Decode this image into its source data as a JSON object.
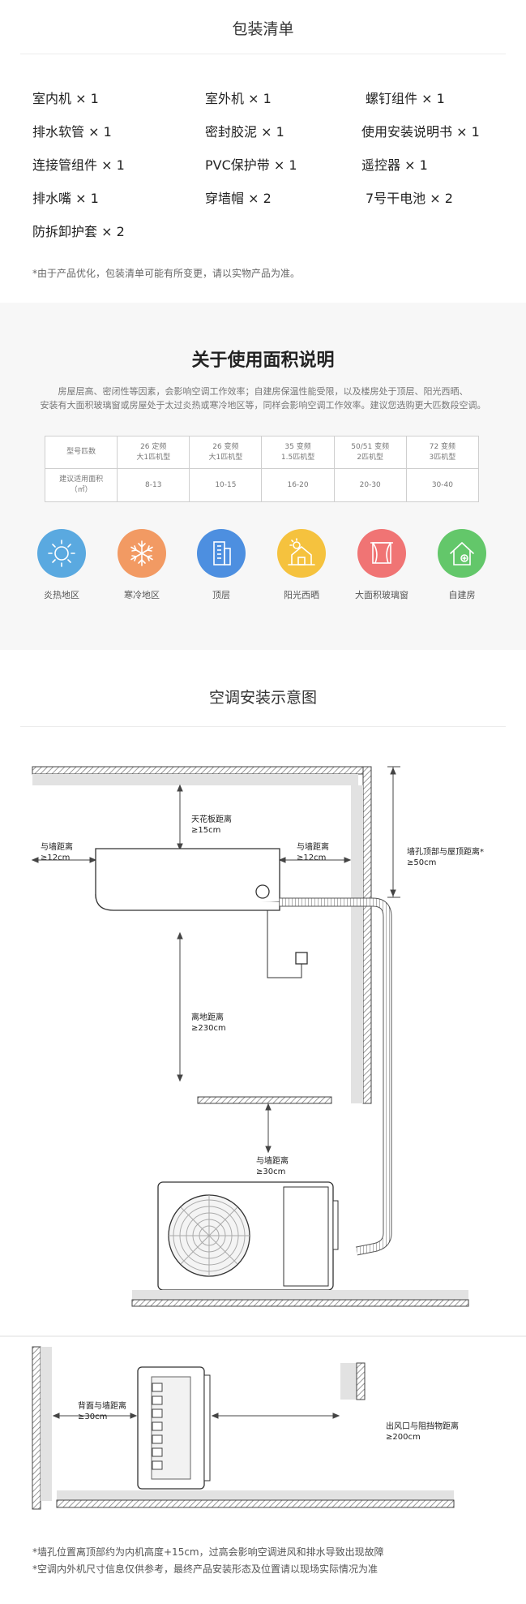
{
  "packing": {
    "title": "包装清单",
    "items": [
      [
        "室内机 × 1",
        "室外机 × 1",
        "螺钉组件 × 1"
      ],
      [
        "排水软管 × 1",
        "密封胶泥 × 1",
        "使用安装说明书 × 1"
      ],
      [
        "连接管组件 × 1",
        "PVC保护带 × 1",
        "遥控器 × 1"
      ],
      [
        "排水嘴 × 1",
        "穿墙帽 × 2",
        "7号干电池 × 2"
      ],
      [
        "防拆卸护套  × 2"
      ]
    ],
    "note": "*由于产品优化，包装清单可能有所变更，请以实物产品为准。"
  },
  "area": {
    "title": "关于使用面积说明",
    "desc": [
      "房屋层高、密闭性等因素，会影响空调工作效率；自建房保温性能受限，以及楼房处于顶层、阳光西晒、",
      "安装有大面积玻璃窗或房屋处于太过炎热或寒冷地区等，同样会影响空调工作效率。建议您选购更大匹数段空调。"
    ],
    "table": {
      "row1_head": "型号匹数",
      "headers": [
        [
          "26 定频",
          "大1匹机型"
        ],
        [
          "26 变频",
          "大1匹机型"
        ],
        [
          "35 变频",
          "1.5匹机型"
        ],
        [
          "50/51 变频",
          "2匹机型"
        ],
        [
          "72 变频",
          "3匹机型"
        ]
      ],
      "row2_head": [
        "建议适用面积",
        "（㎡）"
      ],
      "values": [
        "8-13",
        "10-15",
        "16-20",
        "20-30",
        "30-40"
      ]
    },
    "icons": [
      {
        "label": "炎热地区",
        "icon": "sun-icon",
        "color": "#5aa9e0"
      },
      {
        "label": "寒冷地区",
        "icon": "snowflake-icon",
        "color": "#f29a63"
      },
      {
        "label": "顶层",
        "icon": "building-icon",
        "color": "#4d8fe0"
      },
      {
        "label": "阳光西晒",
        "icon": "sunny-house-icon",
        "color": "#f5c23e"
      },
      {
        "label": "大面积玻璃窗",
        "icon": "window-icon",
        "color": "#f07474"
      },
      {
        "label": "自建房",
        "icon": "house-icon",
        "color": "#63c76a"
      }
    ]
  },
  "install": {
    "title": "空调安装示意图",
    "labels": {
      "ceiling": [
        "天花板距离",
        "≥15cm"
      ],
      "wall_left": [
        "与墙距离",
        "≥12cm"
      ],
      "wall_right": [
        "与墙距离",
        "≥12cm"
      ],
      "hole_top": [
        "墙孔顶部与屋顶距离*",
        "≥50cm"
      ],
      "floor": [
        "离地距离",
        "≥230cm"
      ],
      "outdoor_wall": [
        "与墙距离",
        "≥30cm"
      ],
      "back_wall": [
        "背面与墙距离",
        "≥30cm"
      ],
      "outlet": [
        "出风口与阻挡物距离",
        "≥200cm"
      ]
    },
    "footnotes": [
      "*墙孔位置离顶部约为内机高度+15cm，过高会影响空调进风和排水导致出现故障",
      "*空调内外机尺寸信息仅供参考，最终产品安装形态及位置请以现场实际情况为准"
    ]
  }
}
